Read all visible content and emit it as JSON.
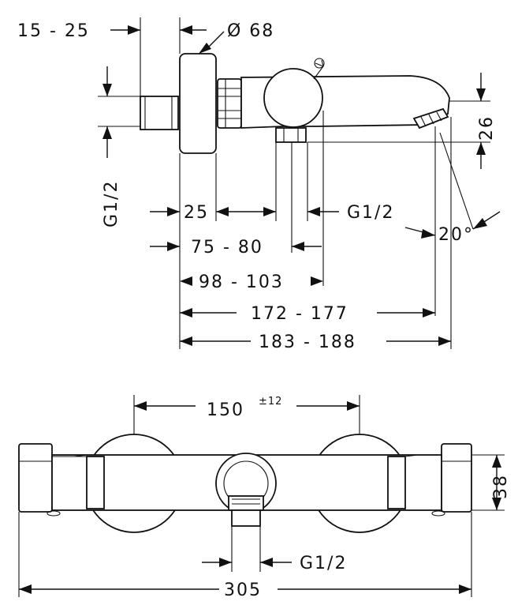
{
  "side_view": {
    "wall_offset": "15 - 25",
    "diameter": "Ø 68",
    "connection_thread_left": "G1/2",
    "depth_25": "25",
    "outlet_thread": "G1/2",
    "outlet_angle": "20°",
    "outlet_height": "26",
    "dim_75_80": "75 - 80",
    "dim_98_103": "98 - 103",
    "dim_172_177": "172 - 177",
    "dim_183_188": "183 - 188"
  },
  "front_view": {
    "centre_distance": "150",
    "centre_tolerance": "±12",
    "body_height": "38",
    "outlet_thread": "G1/2",
    "overall_width": "305"
  }
}
